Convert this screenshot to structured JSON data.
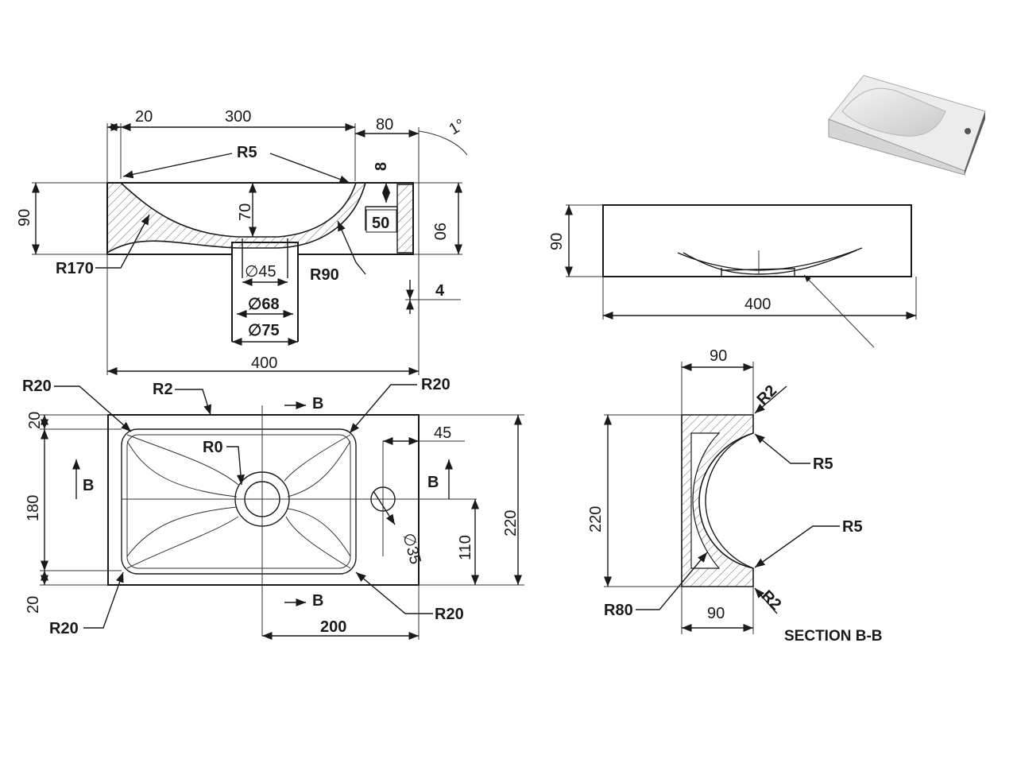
{
  "front_view": {
    "dim_20": "20",
    "dim_300": "300",
    "dim_80": "80",
    "angle_1": "1°",
    "r5": "R5",
    "dim_8": "8",
    "dim_50": "50",
    "dim_70": "70",
    "dim_90_left": "90",
    "dim_90_right": "90",
    "r170": "R170",
    "r90": "R90",
    "d45": "∅45",
    "d68": "∅68",
    "d75": "∅75",
    "dim_4": "4",
    "dim_400": "400"
  },
  "side_view": {
    "dim_90": "90",
    "dim_400": "400"
  },
  "top_view": {
    "r20_tl": "R20",
    "r2": "R2",
    "r20_tr": "R20",
    "b_top": "B",
    "b_left": "B",
    "b_right": "B",
    "b_bottom": "B",
    "dim_20_top": "20",
    "dim_180": "180",
    "dim_20_bottom": "20",
    "r0": "R0",
    "dim_45": "45",
    "d35": "∅35",
    "dim_110": "110",
    "dim_220": "220",
    "r20_bl": "R20",
    "r20_br": "R20",
    "dim_200": "200"
  },
  "section_view": {
    "dim_90_top": "90",
    "r2_top": "R2",
    "r5_top": "R5",
    "r5_bottom": "R5",
    "dim_220": "220",
    "r80": "R80",
    "dim_90_bottom": "90",
    "r2_bottom": "R2",
    "title": "SECTION B-B"
  },
  "iso_preview": {
    "icon": "washbasin-3d-render-icon"
  }
}
